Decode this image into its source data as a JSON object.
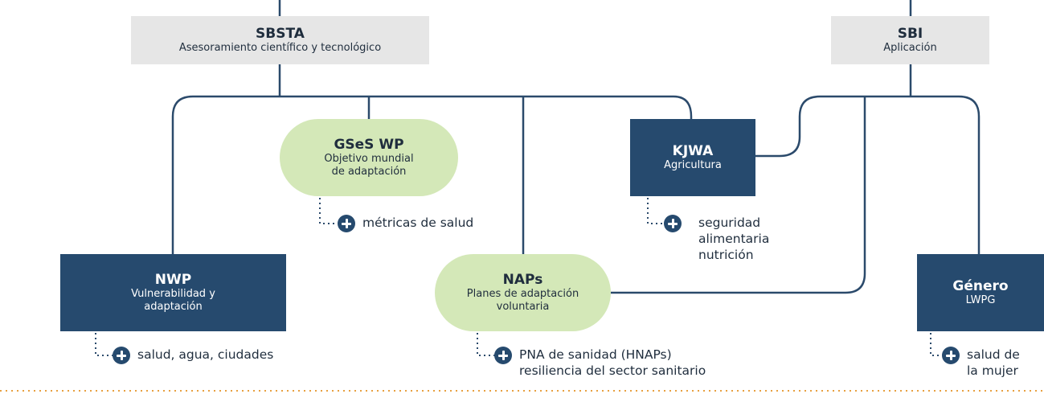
{
  "nodes": {
    "sbsta": {
      "title": "SBSTA",
      "subtitle": "Asesoramiento científico y tecnológico"
    },
    "sbi": {
      "title": "SBI",
      "subtitle": "Aplicación"
    },
    "gses": {
      "title": "GSeS WP",
      "subtitle": "Objetivo mundial\nde adaptación"
    },
    "kjwa": {
      "title": "KJWA",
      "subtitle": "Agricultura"
    },
    "nwp": {
      "title": "NWP",
      "subtitle": "Vulnerabilidad y\nadaptación"
    },
    "naps": {
      "title": "NAPs",
      "subtitle": "Planes de adaptación\nvoluntaria"
    },
    "genero": {
      "title": "Género",
      "subtitle": "LWPG"
    }
  },
  "notes": {
    "gses": "métricas de salud",
    "kjwa": "seguridad\nalimentaria\nnutrición",
    "nwp": "salud, agua, ciudades",
    "naps": "PNA de sanidad (HNAPs)\nresiliencia del sector sanitario",
    "genero": "salud de\nla mujer"
  },
  "colors": {
    "navy": "#264a6e",
    "line": "#2b4a6b",
    "gray": "#e6e6e6",
    "green": "#d4e8b8",
    "dotted_separator": "#e8a040"
  },
  "icons": {
    "note_marker": "plus-circle-icon"
  }
}
